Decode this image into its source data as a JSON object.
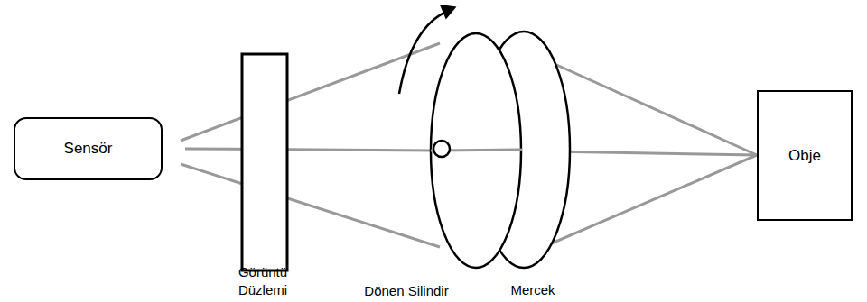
{
  "diagram": {
    "nodes": [
      {
        "text": [
          "Sensör"
        ]
      },
      {
        "text": [
          "Obje"
        ]
      }
    ],
    "labels": [
      "Görüntü Düzlemi",
      "Dönen Silindir",
      "Mercek"
    ]
  }
}
